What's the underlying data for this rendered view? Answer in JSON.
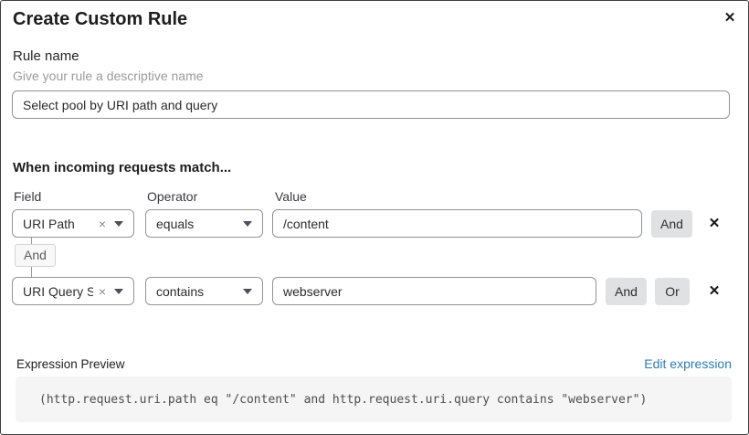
{
  "dialog": {
    "title": "Create Custom Rule"
  },
  "icons": {
    "close": "✕",
    "clear": "×",
    "remove": "✕"
  },
  "rule_name": {
    "label": "Rule name",
    "hint": "Give your rule a descriptive name",
    "value": "Select pool by URI path and query"
  },
  "matcher": {
    "heading": "When incoming requests match...",
    "columns": {
      "field": "Field",
      "operator": "Operator",
      "value": "Value"
    },
    "connector_label": "And",
    "rows": [
      {
        "field": "URI Path",
        "operator": "equals",
        "value": "/content",
        "and_label": "And"
      },
      {
        "field": "URI Query St...",
        "operator": "contains",
        "value": "webserver",
        "and_label": "And",
        "or_label": "Or"
      }
    ]
  },
  "preview": {
    "label": "Expression Preview",
    "edit_link": "Edit expression",
    "expression": "(http.request.uri.path eq \"/content\" and http.request.uri.query contains \"webserver\")"
  },
  "colors": {
    "link_blue": "#2d7cb5",
    "button_gray": "#e0e1e2",
    "code_bg": "#f5f5f6",
    "border_gray": "#94949b"
  }
}
